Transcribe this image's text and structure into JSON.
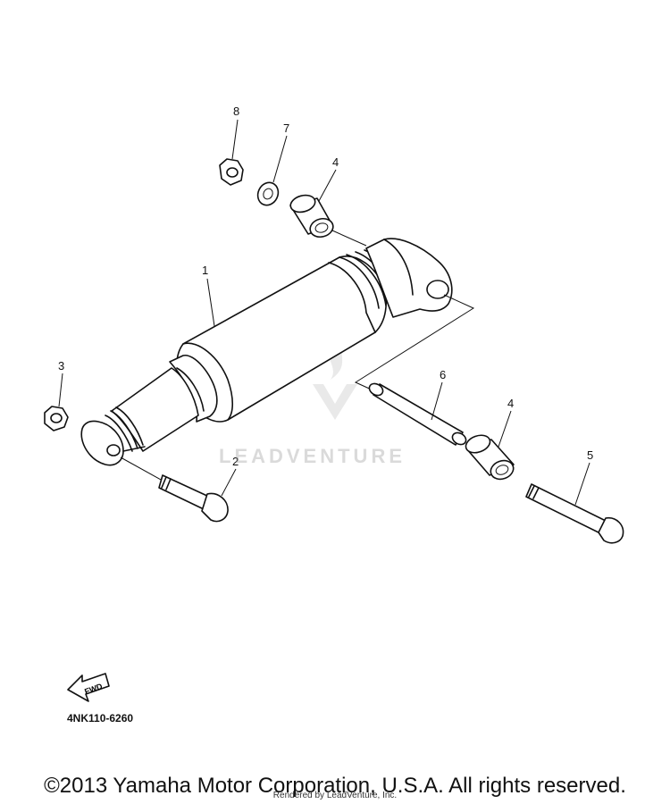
{
  "diagram": {
    "callouts": [
      {
        "id": "1",
        "label": "1"
      },
      {
        "id": "2",
        "label": "2"
      },
      {
        "id": "3",
        "label": "3"
      },
      {
        "id": "4a",
        "label": "4"
      },
      {
        "id": "4b",
        "label": "4"
      },
      {
        "id": "5",
        "label": "5"
      },
      {
        "id": "6",
        "label": "6"
      },
      {
        "id": "7",
        "label": "7"
      },
      {
        "id": "8",
        "label": "8"
      }
    ],
    "fwd_label": "FWD",
    "diagram_code": "4NK110-6260",
    "watermark": "LEADVENTURE"
  },
  "footer": {
    "copyright": "©2013 Yamaha Motor Corporation, U.S.A. All rights reserved.",
    "rendered_by": "Rendered by LeadVenture, Inc."
  }
}
